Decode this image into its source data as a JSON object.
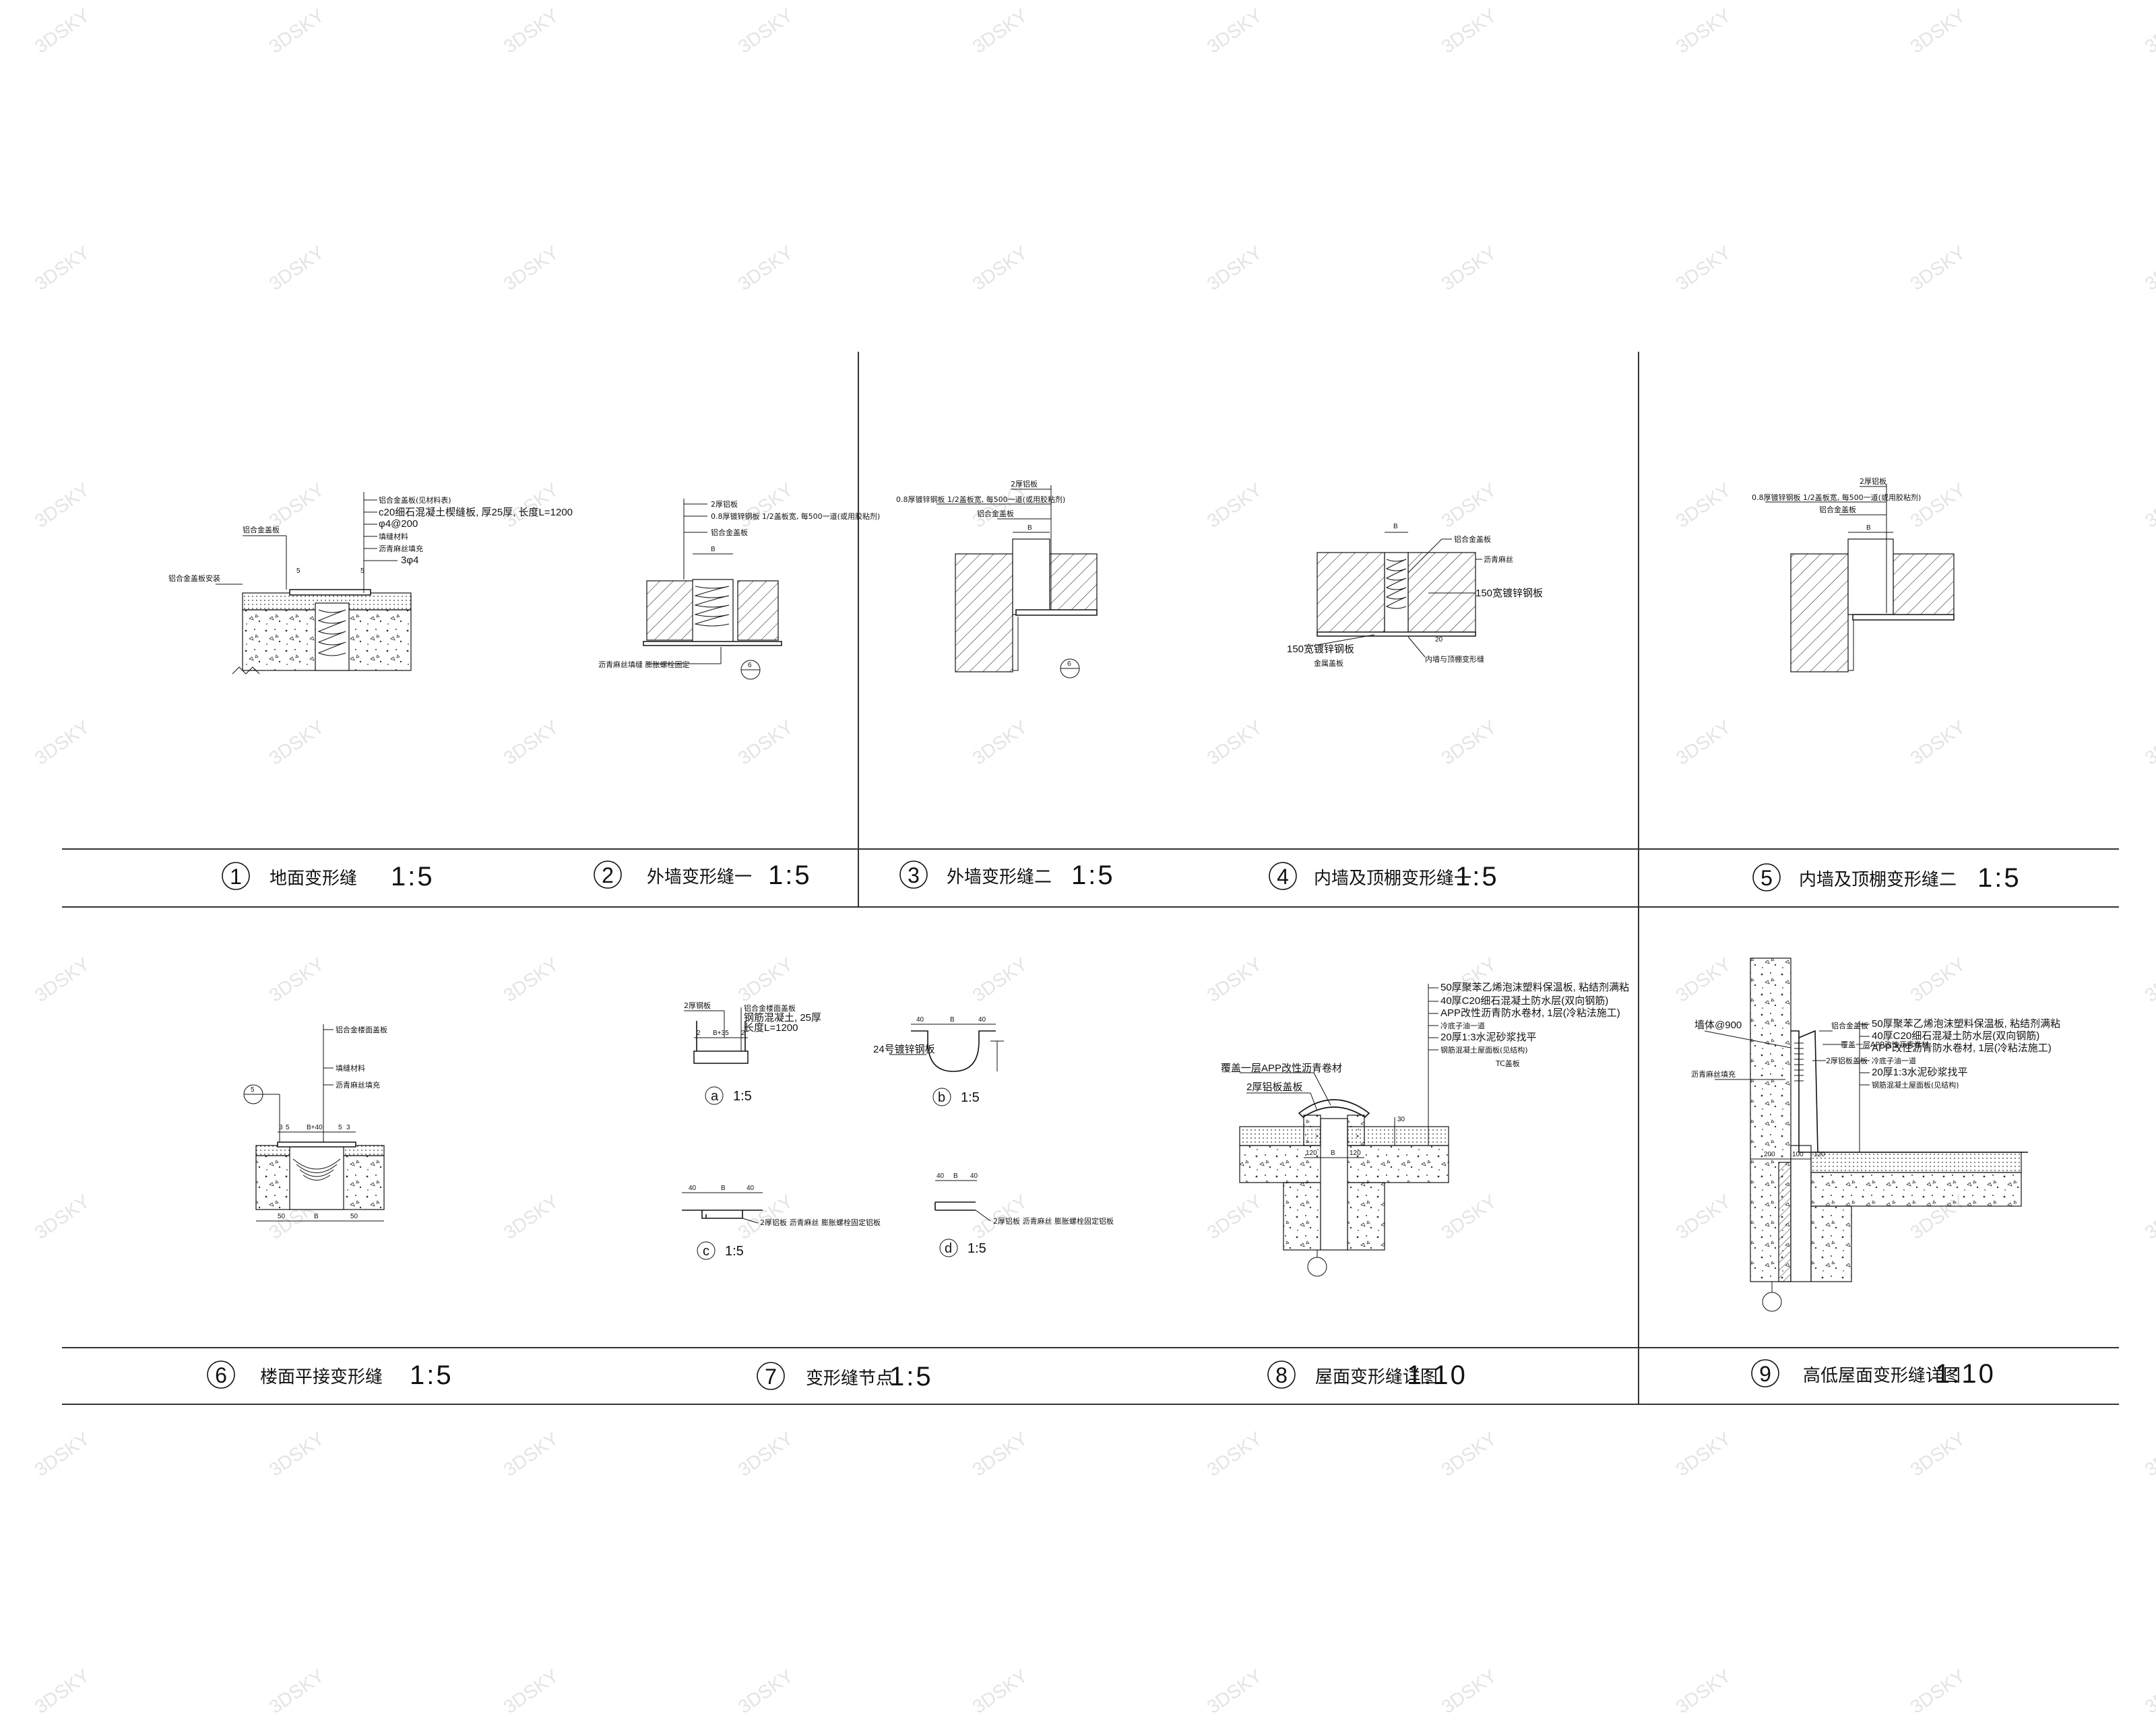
{
  "watermark": "3DSKY",
  "details": [
    {
      "num": "1",
      "title": "地面变形缝",
      "scale": "1:5"
    },
    {
      "num": "2",
      "title": "外墙变形缝一",
      "scale": "1:5"
    },
    {
      "num": "3",
      "title": "外墙变形缝二",
      "scale": "1:5"
    },
    {
      "num": "4",
      "title": "内墙及顶棚变形缝一",
      "scale": "1:5"
    },
    {
      "num": "5",
      "title": "内墙及顶棚变形缝二",
      "scale": "1:5"
    },
    {
      "num": "6",
      "title": "楼面平接变形缝",
      "scale": "1:5"
    },
    {
      "num": "7",
      "title": "变形缝节点",
      "scale": "1:5"
    },
    {
      "num": "8",
      "title": "屋面变形缝详图",
      "scale": "1:10"
    },
    {
      "num": "9",
      "title": "高低屋面变形缝详图",
      "scale": "1:10"
    }
  ],
  "d1": {
    "notes": [
      "铝合金盖板(见材料表)",
      "c20细石混凝土楔缝板, 厚25厚, 长度L=1200",
      "φ4@200",
      "填缝材料",
      "沥青麻丝填充",
      "3φ4"
    ],
    "left_notes": [
      "铝合金盖板",
      "铝合金盖板安装"
    ],
    "dims": [
      "5",
      "5"
    ]
  },
  "d2": {
    "notes": [
      "2厚铝板",
      "0.8厚镀锌钢板 1/2盖板宽, 每500一道(或用胶粘剂)",
      "铝合金盖板"
    ],
    "left_note": "沥青麻丝填缝  膨胀螺栓固定",
    "dim": "B",
    "ref": "6"
  },
  "d3": {
    "notes": [
      "2厚铝板",
      "0.8厚镀锌钢板 1/2盖板宽, 每500一道(或用胶粘剂)",
      "铝合金盖板"
    ],
    "dim": "B",
    "ref": "6"
  },
  "d4": {
    "notes": [
      "铝合金盖板",
      "沥青麻丝",
      "150宽镀锌钢板"
    ],
    "left_notes": [
      "150宽镀锌钢板",
      "金属盖板"
    ],
    "bottom_note": "内墙与顶棚变形缝",
    "dims": [
      "B",
      "20"
    ]
  },
  "d5": {
    "notes": [
      "2厚铝板",
      "0.8厚镀锌钢板 1/2盖板宽, 每500一道(或用胶粘剂)",
      "铝合金盖板"
    ],
    "dim": "B"
  },
  "d6": {
    "notes": [
      "铝合金楼面盖板",
      "填缝材料",
      "沥青麻丝填充"
    ],
    "dims": [
      "3",
      "5",
      "B+40",
      "5",
      "3",
      "50",
      "B",
      "50"
    ],
    "ref": "5"
  },
  "d7": {
    "a": {
      "label": "a",
      "scale": "1:5",
      "notes": [
        "2厚钢板",
        "铝合金楼面盖板",
        "钢筋混凝土, 25厚",
        "长度L=1200"
      ],
      "dims": [
        "2",
        "B+35",
        "2"
      ]
    },
    "b": {
      "label": "b",
      "scale": "1:5",
      "dims": [
        "40",
        "B",
        "40"
      ],
      "note": "24号镀锌钢板"
    },
    "c": {
      "label": "c",
      "scale": "1:5",
      "dims": [
        "40",
        "B",
        "40"
      ],
      "note": "2厚铝板  沥青麻丝  膨胀螺栓固定铝板"
    },
    "d": {
      "label": "d",
      "scale": "1:5",
      "dims": [
        "40",
        "B",
        "40"
      ],
      "note": "2厚铝板  沥青麻丝  膨胀螺栓固定铝板"
    }
  },
  "d8": {
    "notes": [
      "50厚聚苯乙烯泡沫塑料保温板, 粘结剂满粘",
      "40厚C20细石混凝土防水层(双向钢筋)",
      "APP改性沥青防水卷材, 1层(冷粘法施工)",
      "冷底子油一道",
      "20厚1:3水泥砂浆找平",
      "钢筋混凝土屋面板(见结构)"
    ],
    "left_notes": [
      "覆盖一层APP改性沥青卷材",
      "2厚铝板盖板"
    ],
    "dims": [
      "120",
      "B",
      "120",
      "30"
    ],
    "tail": "TC盖板"
  },
  "d9": {
    "notes": [
      "50厚聚苯乙烯泡沫塑料保温板, 粘结剂满粘",
      "40厚C20细石混凝土防水层(双向钢筋)",
      "APP改性沥青防水卷材, 1层(冷粘法施工)",
      "冷底子油一道",
      "20厚1:3水泥砂浆找平",
      "钢筋混凝土屋面板(见结构)"
    ],
    "left_notes": [
      "铝合金盖板",
      "覆盖一层APP改性沥青卷材",
      "2厚铝板盖板",
      "沥青麻丝填充"
    ],
    "wall_note": "墙体@900",
    "dims": [
      "200",
      "100",
      "120"
    ]
  }
}
